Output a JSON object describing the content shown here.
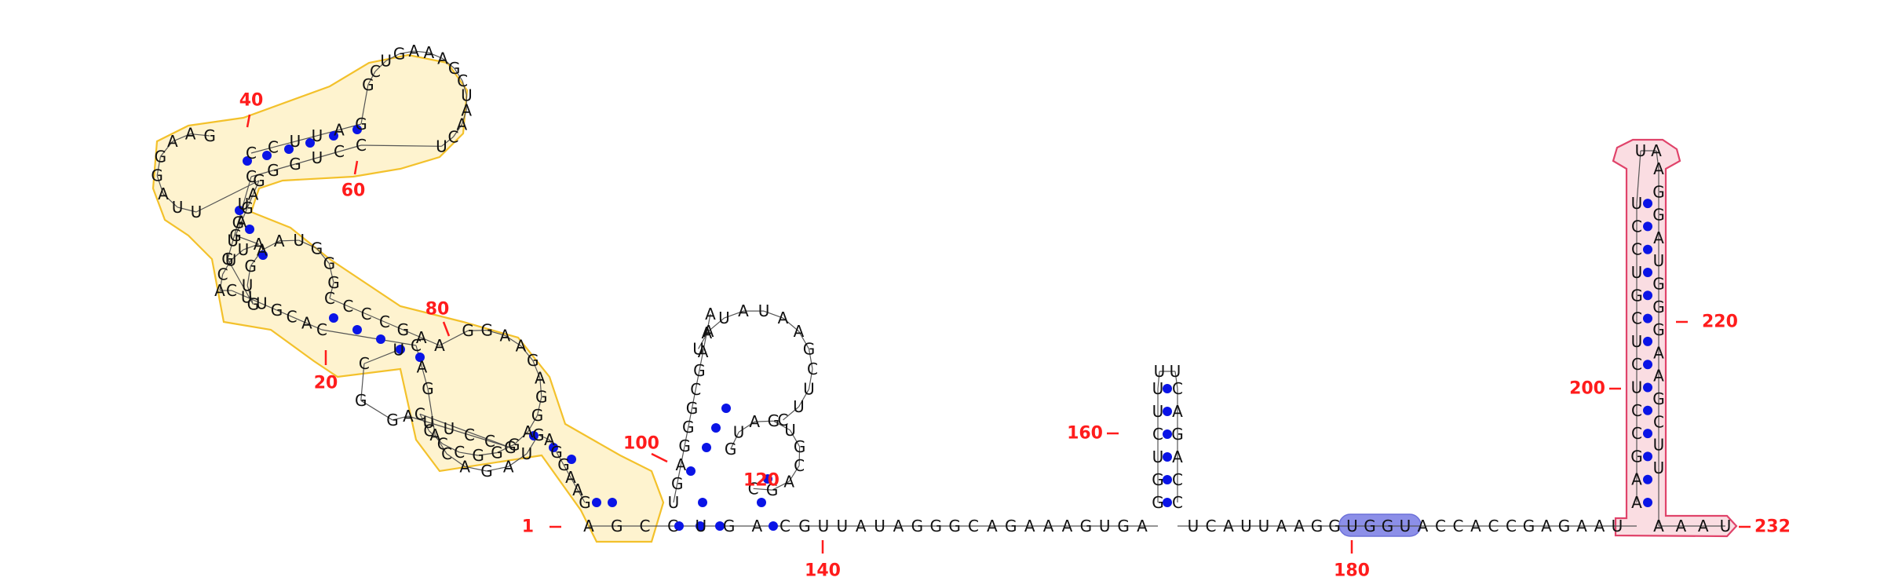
{
  "diagram": {
    "colors": {
      "pair_dot": "#0a14e6",
      "number": "#ff1c1c",
      "highlight_yellow": "#fde9a8",
      "highlight_pink": "#f7c6cf",
      "highlight_blue": "#8c8fe8"
    },
    "position_labels": [
      "1",
      "20",
      "40",
      "60",
      "80",
      "100",
      "120",
      "140",
      "160",
      "180",
      "200",
      "220",
      "232"
    ],
    "hairpin_232": {
      "left_stem": [
        "A",
        "A",
        "G",
        "C",
        "C",
        "U",
        "C",
        "U",
        "C",
        "G",
        "U",
        "C",
        "C",
        "U"
      ],
      "loop": [
        "U",
        "A"
      ],
      "right_stem": [
        "A",
        "G",
        "G",
        "A",
        "U",
        "G",
        "G",
        "G",
        "A",
        "A",
        "G",
        "C",
        "U",
        "U"
      ],
      "tail": [
        "A",
        "A",
        "A",
        "U"
      ]
    },
    "hairpin_160": {
      "left_stem": [
        "G",
        "G",
        "U",
        "C",
        "U",
        "U"
      ],
      "loop": [
        "U",
        "U"
      ],
      "right_stem": [
        "C",
        "A",
        "G",
        "A",
        "C",
        "C"
      ]
    },
    "linker_140_to_160": [
      "G",
      "U",
      "U",
      "A",
      "U",
      "A",
      "G",
      "G",
      "G",
      "C",
      "A",
      "G",
      "A",
      "A",
      "A",
      "G",
      "U",
      "G",
      "A"
    ],
    "linker_160_to_200": [
      "U",
      "C",
      "A",
      "U",
      "U",
      "A",
      "A",
      "G",
      "G",
      "U",
      "G",
      "G",
      "U",
      "A",
      "C",
      "C",
      "A",
      "C",
      "C",
      "G",
      "A",
      "G",
      "A",
      "A",
      "U"
    ],
    "start_segment": [
      "A",
      "G",
      "C",
      "C",
      "U",
      "G",
      "A",
      "C"
    ],
    "loop_100_120_left": [
      "U",
      "G",
      "A",
      "G",
      "G",
      "G",
      "C",
      "G",
      "A",
      "A",
      "A"
    ],
    "loop_100_120_top": [
      "U",
      "A",
      "U",
      "A",
      "U",
      "A",
      "A",
      "G",
      "C",
      "U",
      "U",
      "C"
    ],
    "loop_100_120_inner": [
      "G",
      "U",
      "A",
      "G",
      "U",
      "G",
      "C",
      "A",
      "G",
      "C"
    ],
    "domain_1_40": [
      "G",
      "A",
      "A",
      "G",
      "G",
      "A",
      "G",
      "U",
      "A",
      "G",
      "A",
      "C",
      "A",
      "G",
      "A",
      "C",
      "C",
      "A",
      "C",
      "G",
      "U",
      "U",
      "C",
      "A",
      "C",
      "U",
      "U",
      "A",
      "G",
      "A",
      "G",
      "A",
      "G",
      "U",
      "U",
      "A",
      "G"
    ],
    "domain_40_80": [
      "C",
      "C",
      "U",
      "U",
      "A",
      "G",
      "G",
      "C",
      "U",
      "G",
      "A",
      "A",
      "A",
      "G",
      "C",
      "U",
      "A",
      "A",
      "C",
      "U",
      "C",
      "C",
      "U",
      "G",
      "G",
      "C",
      "U",
      "G",
      "U",
      "G",
      "G",
      "U",
      "G",
      "A",
      "A",
      "U",
      "G",
      "G",
      "G",
      "C",
      "C",
      "C",
      "C",
      "G",
      "A",
      "A",
      "G",
      "G",
      "A",
      "A",
      "G",
      "A",
      "G",
      "G",
      "A",
      "G",
      "G",
      "G",
      "C",
      "C",
      "C",
      "C",
      "G"
    ]
  }
}
